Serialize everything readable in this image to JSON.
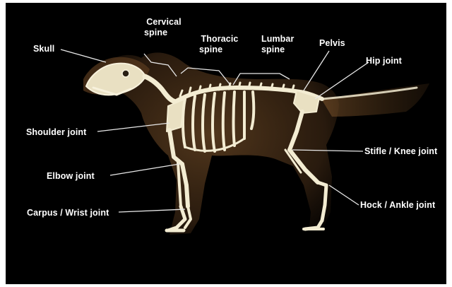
{
  "colors": {
    "background": "#000000",
    "frame": "#ffffff",
    "bone": "#f3ecd2",
    "body_silhouette": "#6e4a26",
    "label_text": "#ffffff",
    "leader_line": "#e8e8e8"
  },
  "labels": {
    "skull": "Skull",
    "cervical_spine_line1": "Cervical",
    "cervical_spine_line2": "spine",
    "thoracic_spine_line1": "Thoracic",
    "thoracic_spine_line2": "spine",
    "lumbar_spine_line1": "Lumbar",
    "lumbar_spine_line2": "spine",
    "pelvis": "Pelvis",
    "hip_joint": "Hip joint",
    "shoulder_joint": "Shoulder joint",
    "elbow_joint": "Elbow joint",
    "carpus_wrist_joint": "Carpus / Wrist joint",
    "stifle_knee_joint": "Stifle / Knee joint",
    "hock_ankle_joint": "Hock / Ankle joint"
  }
}
